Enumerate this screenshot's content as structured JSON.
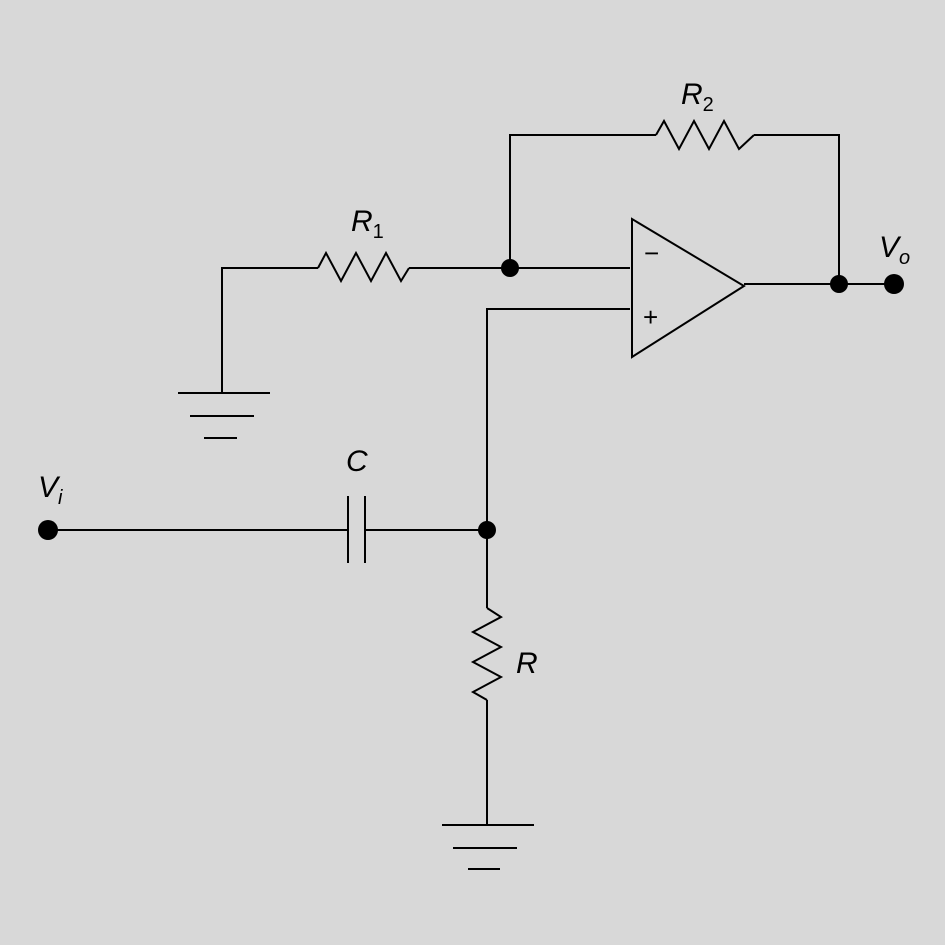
{
  "labels": {
    "r1": {
      "main": "R",
      "sub": "1"
    },
    "r2": {
      "main": "R",
      "sub": "2"
    },
    "c": "C",
    "r": "R",
    "vi": {
      "main": "V",
      "sub": "i"
    },
    "vo": {
      "main": "V",
      "sub": "o"
    }
  },
  "opamp": {
    "inverting": "−",
    "noninverting": "+"
  }
}
